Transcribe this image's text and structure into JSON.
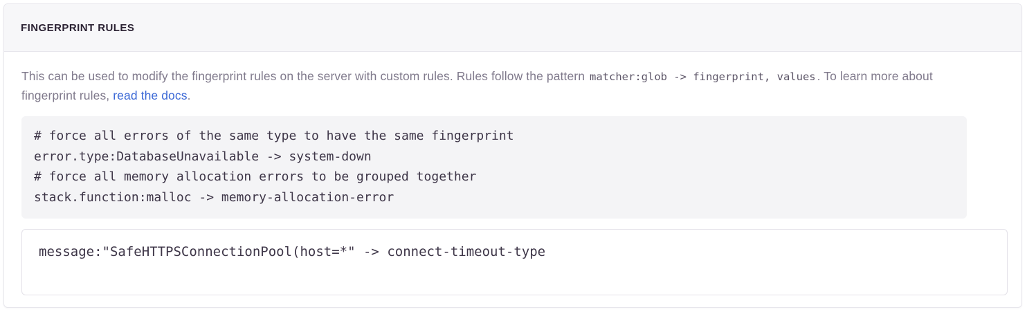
{
  "panel": {
    "title": "FINGERPRINT RULES",
    "description": {
      "lead": "This can be used to modify the fingerprint rules on the server with custom rules. Rules follow the pattern ",
      "inline_code": "matcher:glob -> fingerprint, values",
      "middle": ". To learn more about fingerprint rules, ",
      "link_text": "read the docs",
      "tail": "."
    },
    "example_code": {
      "lines": [
        "# force all errors of the same type to have the same fingerprint",
        "error.type:DatabaseUnavailable -> system-down",
        "# force all memory allocation errors to be grouped together",
        "stack.function:malloc -> memory-allocation-error"
      ]
    },
    "rules_editor": {
      "value": "message:\"SafeHTTPSConnectionPool(host=*\" -> connect-timeout-type",
      "placeholder": ""
    }
  },
  "colors": {
    "title": "#2b2233",
    "body_text": "#807a8c",
    "link": "#3b68d6",
    "code_text": "#3e3648",
    "code_block_bg": "#f4f4f6",
    "panel_header_bg": "#f7f7f9",
    "panel_border": "#e7e6ec"
  }
}
